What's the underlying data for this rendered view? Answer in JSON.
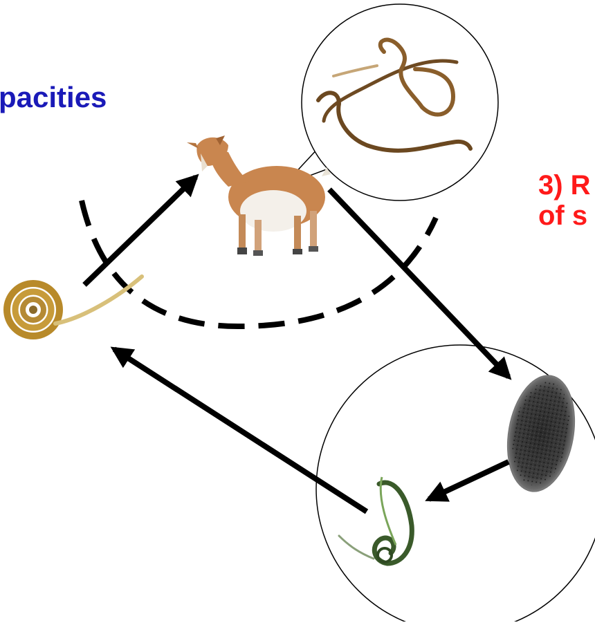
{
  "labels": {
    "left": "pacities",
    "right_line1": "3) R",
    "right_line2": "of s"
  },
  "colors": {
    "left_label": "#1a1ab8",
    "right_label": "#ff1a1a",
    "arrow": "#000000"
  },
  "icons": {
    "host": "goat-icon",
    "adult_worms": "adult-worms-icon",
    "egg": "egg-icon",
    "larva_l1": "larva-l1-icon",
    "larva_l3": "larva-l3-icon"
  }
}
